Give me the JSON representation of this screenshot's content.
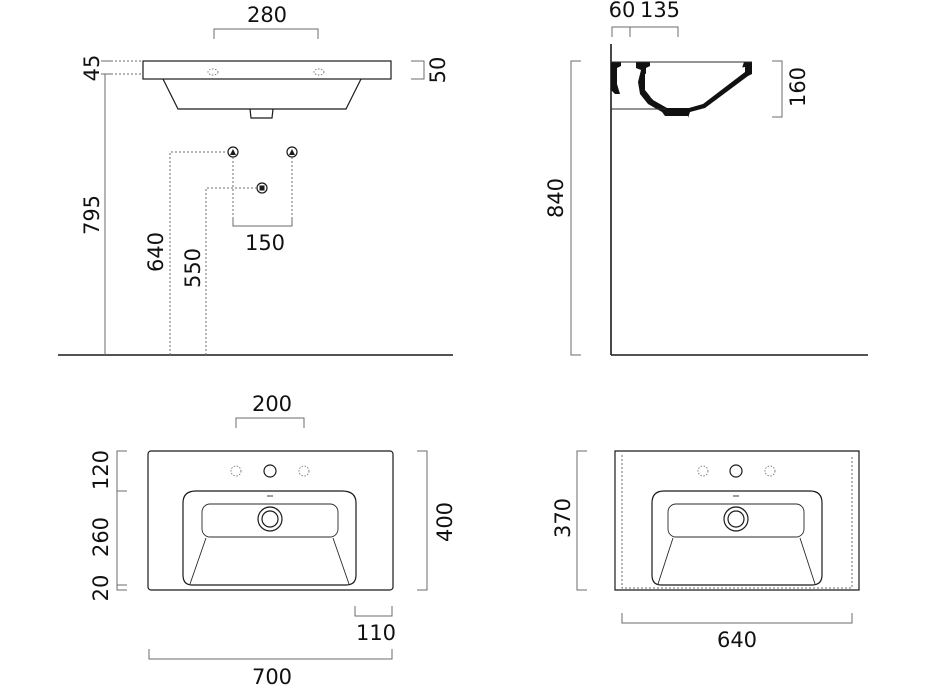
{
  "front_view": {
    "dim_width_top": "280",
    "dim_left_top": "45",
    "dim_right_top": "50",
    "dim_height_total": "795",
    "dim_supply_height": "640",
    "dim_waste_height": "550",
    "dim_supply_spacing": "150"
  },
  "side_view": {
    "dim_offset_a": "60",
    "dim_offset_b": "135",
    "dim_height_total": "840",
    "dim_basin_height": "160"
  },
  "top_view_left": {
    "dim_tap_spacing": "200",
    "dim_depth_a": "120",
    "dim_depth_b": "260",
    "dim_depth_c": "20",
    "dim_depth_total": "400",
    "dim_edge": "110",
    "dim_width_total": "700"
  },
  "top_view_right": {
    "dim_depth_total": "370",
    "dim_width_total": "640"
  },
  "colors": {
    "outline": "#1a1a1a",
    "dimension_line": "#6b6b6b",
    "text": "#111111"
  }
}
